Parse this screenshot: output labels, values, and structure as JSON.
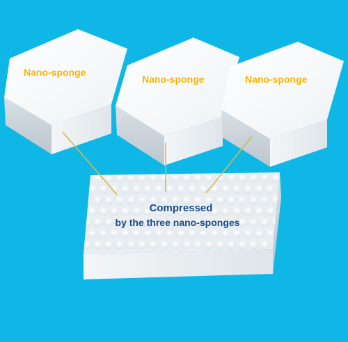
{
  "sponges": [
    {
      "label": "Nano-sponge"
    },
    {
      "label": "Nano-sponge"
    },
    {
      "label": "Nano-sponge"
    }
  ],
  "compressed": {
    "line1": "Compressed",
    "line2": "by the three nano-sponges"
  },
  "colors": {
    "background": "#0fb7e7",
    "label": "#f7b500",
    "caption": "#1a4a8a",
    "connector": "#d6b84a"
  }
}
